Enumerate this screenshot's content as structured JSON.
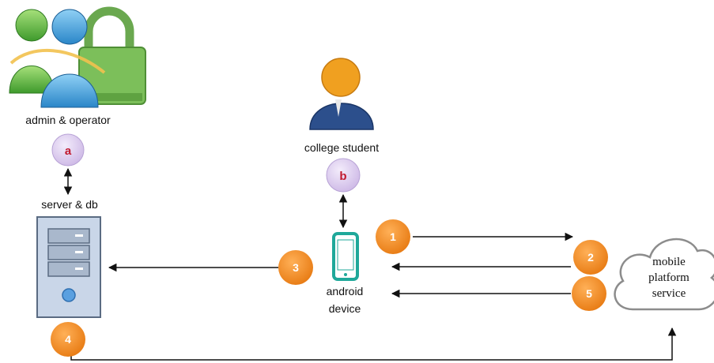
{
  "actors": {
    "admin": {
      "label": "admin & operator",
      "badge": "a"
    },
    "student": {
      "label": "college student",
      "badge": "b"
    },
    "server": {
      "label": "server & db"
    },
    "device": {
      "label_line1": "android",
      "label_line2": "device"
    },
    "cloud": {
      "label_line1": "mobile",
      "label_line2": "platform",
      "label_line3": "service"
    }
  },
  "steps": [
    "1",
    "2",
    "3",
    "4",
    "5"
  ],
  "colors": {
    "orange": "#f08a24",
    "purple_badge": "#e0d4f0",
    "badge_text": "#c0192f",
    "server_blue": "#c9d6e8",
    "phone_teal": "#1fa89a",
    "user_blue": "#2c4f8c",
    "user_skin": "#f0a020",
    "lock_green": "#6aa84f"
  },
  "icons": [
    "users-lock-icon",
    "person-icon",
    "server-icon",
    "smartphone-icon",
    "cloud-icon"
  ]
}
